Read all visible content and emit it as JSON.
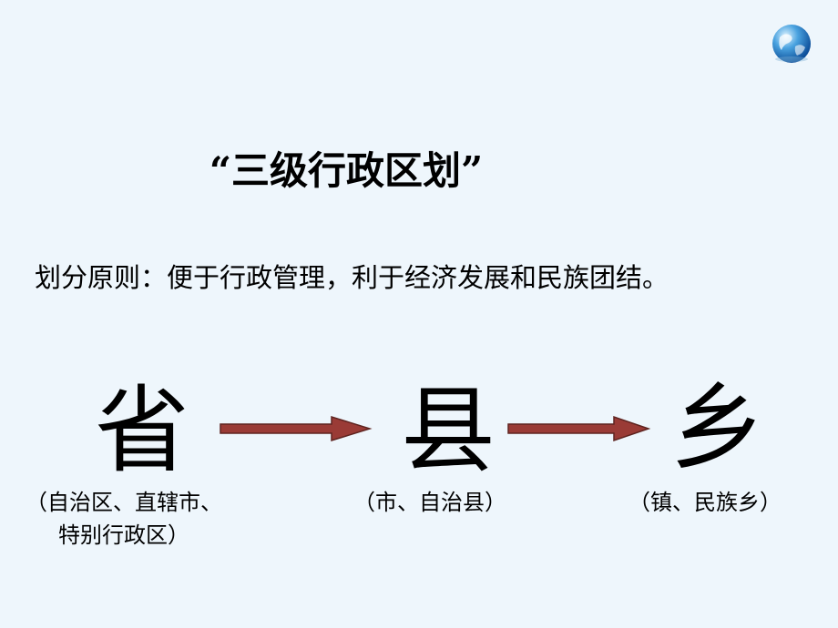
{
  "title": "“三级行政区划”",
  "principle": "划分原则：便于行政管理，利于经济发展和民族团结。",
  "levels": [
    {
      "char": "省",
      "note_line1": "（自治区、直辖市、",
      "note_line2": "特别行政区）"
    },
    {
      "char": "县",
      "note_line1": "（市、自治县）"
    },
    {
      "char": "乡",
      "note_line1": "（镇、民族乡）"
    }
  ],
  "icons": {
    "globe": "globe-icon",
    "arrow": "right-arrow-icon"
  },
  "colors": {
    "background": "#eef6fc",
    "arrow_fill": "#9a3b36",
    "arrow_stroke": "#5e2420"
  }
}
